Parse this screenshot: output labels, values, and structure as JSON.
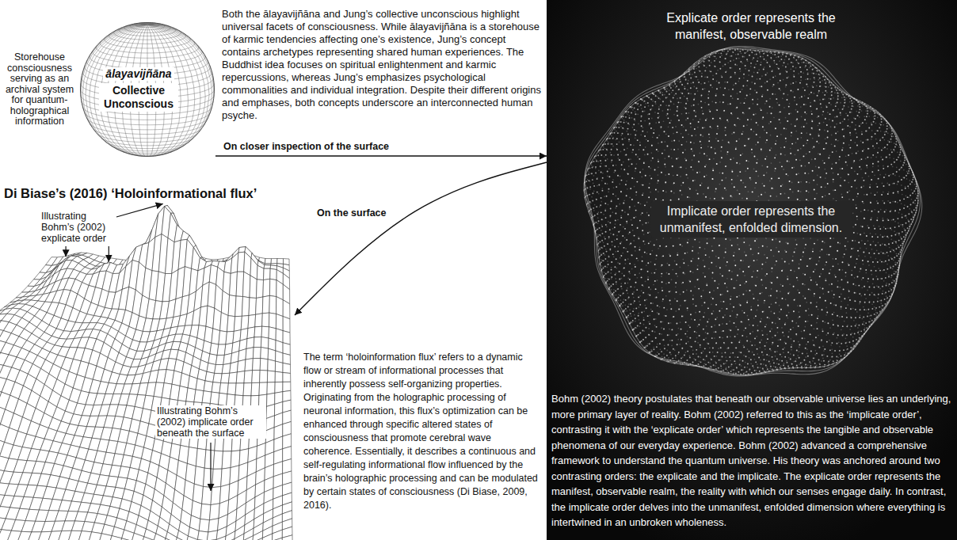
{
  "diagram": {
    "nodes": [
      {
        "text": [
          "ālayavijñāna",
          "Collective Unconscious"
        ]
      },
      {
        "text": [
          "Explicate order represents the manifest, observable realm",
          "Implicate order represents the unmanifest, enfolded dimension.",
          "Bohm (2002) theory postulates that beneath our observable universe lies an underlying, more primary layer of reality. Bohm (2002) referred to this as the ‘implicate order’, contrasting it with the ‘explicate order’ which represents the tangible and observable phenomena of our everyday experience. Bohm (2002) advanced a comprehensive framework to understand the quantum universe. His theory was anchored around two contrasting orders: the explicate and the implicate. The explicate order represents the manifest, observable realm, the reality with which our senses engage daily. In contrast, the implicate order delves into the unmanifest, enfolded dimension where everything is intertwined in an unbroken wholeness."
        ]
      },
      {
        "text": [
          "Di Biase’s (2016) ‘Holoinformational flux’"
        ]
      }
    ],
    "edges": [
      {
        "from": 0,
        "to": 1,
        "label": "On closer inspection of the surface",
        "arrow": "to"
      },
      {
        "from": 1,
        "to": 2,
        "label": "On the surface",
        "arrow": "to"
      }
    ],
    "labels": [
      "Storehouse consciousness serving as an archival system for quantum-holographical information",
      "Both the ālayavijñāna and Jung’s collective unconscious highlight universal facets of consciousness. While ālayavijñāna is a storehouse of karmic tendencies affecting one’s existence, Jung’s concept contains archetypes representing shared human experiences. The Buddhist idea focuses on spiritual enlightenment and karmic repercussions, whereas Jung’s emphasizes psychological commonalities and individual integration. Despite their different origins and emphases, both concepts underscore an interconnected human psyche.",
      "Illustrating Bohm’s (2002) explicate order",
      "Illustrating Bohm’s (2002) implicate order beneath the surface",
      "The term ‘holoinformation flux’ refers to a dynamic flow or stream of informational processes that inherently possess self-organizing properties. Originating from the holographic processing of neuronal information, this flux’s optimization can be enhanced through specific altered states of consciousness that promote cerebral wave coherence. Essentially, it describes a continuous and self-regulating informational flow influenced by the brain’s holographic processing and can be modulated by certain states of consciousness (Di Biase, 2009, 2016)."
    ]
  }
}
